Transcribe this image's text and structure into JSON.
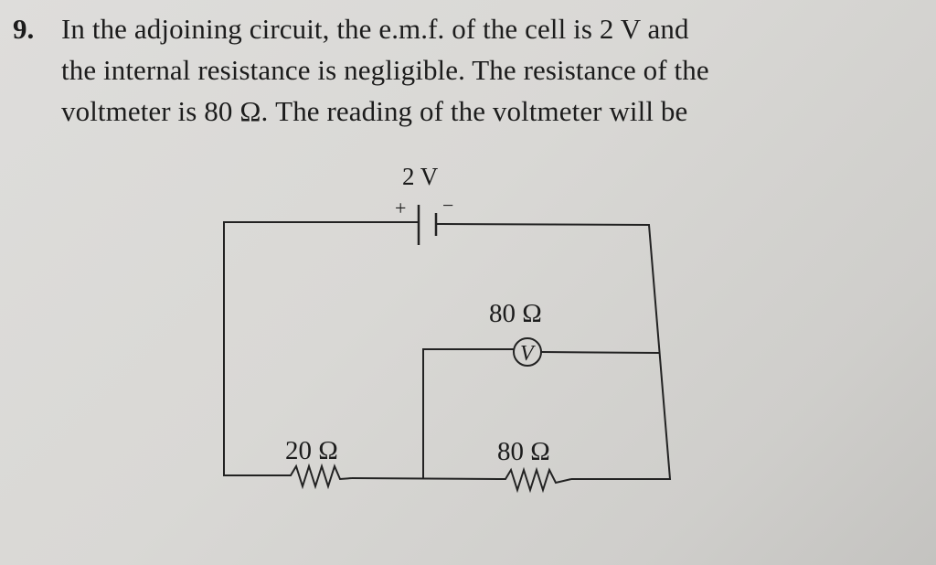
{
  "question": {
    "number": "9.",
    "lines": [
      "In the adjoining circuit, the e.m.f. of the cell is 2 V and",
      "the internal resistance is negligible. The resistance of the",
      "voltmeter is 80 Ω. The reading of the voltmeter will be"
    ]
  },
  "circuit": {
    "cell_label": "2 V",
    "cell_plus": "+",
    "cell_minus": "−",
    "voltmeter_resistance": "80 Ω",
    "voltmeter_symbol": "V",
    "resistor_left": "20 Ω",
    "resistor_right": "80 Ω"
  }
}
